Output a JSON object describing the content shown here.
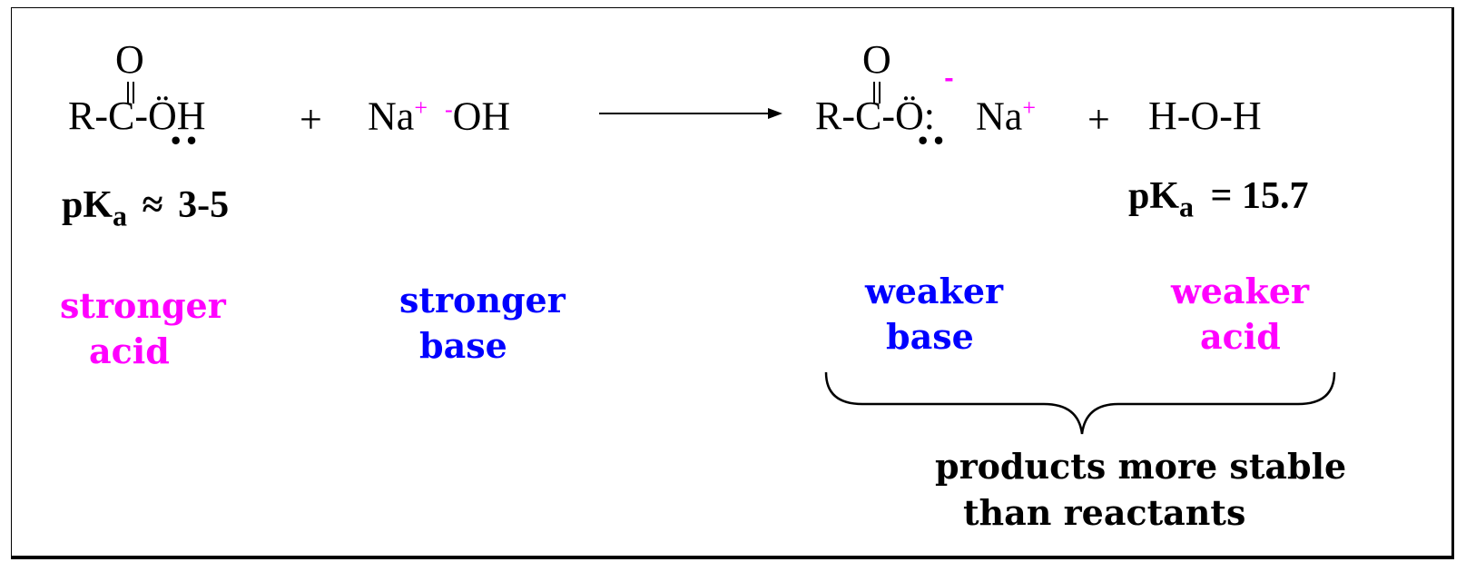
{
  "reactant_acid": {
    "o_top": "O",
    "main": "R-C-ÖH",
    "lone_pair": "••"
  },
  "plus_1": "+",
  "reactant_base": {
    "na": "Na",
    "na_charge": "+",
    "oh_charge": "-",
    "oh": "OH"
  },
  "product_base": {
    "o_top": "O",
    "main": "R-C-Ö:",
    "o_charge": "-",
    "lone_pair": "••",
    "na": "Na",
    "na_charge": "+"
  },
  "plus_2": "+",
  "product_acid": "H-O-H",
  "pka_left": {
    "prefix": "pK",
    "sub": "a",
    "relation": "≈",
    "value": "3-5"
  },
  "pka_right": {
    "prefix": "pK",
    "sub": "a",
    "relation": "=",
    "value": "15.7"
  },
  "labels": {
    "stronger_acid_1": "stronger",
    "stronger_acid_2": "acid",
    "stronger_base_1": "stronger",
    "stronger_base_2": "base",
    "weaker_base_1": "weaker",
    "weaker_base_2": "base",
    "weaker_acid_1": "weaker",
    "weaker_acid_2": "acid"
  },
  "conclusion": {
    "line1": "products more stable",
    "line2": "than reactants"
  },
  "colors": {
    "acid": "#ff00ff",
    "base": "#0000ff",
    "text": "#000000"
  }
}
